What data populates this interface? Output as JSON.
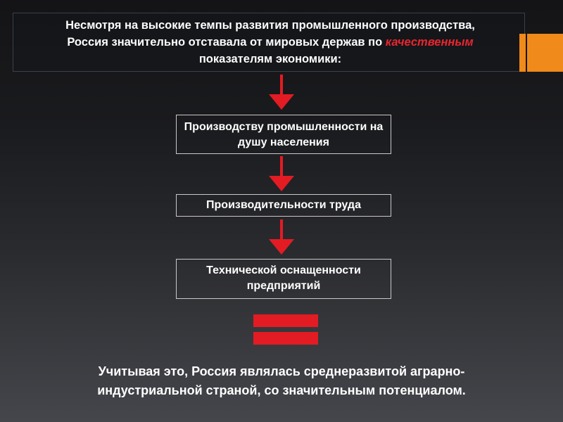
{
  "header": {
    "line1": "Несмотря на высокие темпы развития промышленного производства,",
    "line2_before": "Россия значительно отставала от мировых держав по ",
    "line2_accent": "качественным",
    "line3": "показателям экономики:"
  },
  "boxes": [
    {
      "text": "Производству промышленности на душу населения"
    },
    {
      "text": "Производительности труда"
    },
    {
      "text": "Технической оснащенности предприятий"
    }
  ],
  "conclusion": {
    "line1": "Учитывая это, Россия являлась среднеразвитой аграрно-",
    "line2": "индустриальной страной, со значительным потенциалом."
  },
  "colors": {
    "accent": "#e31b23",
    "orange": "#f08a1a",
    "box_border": "#c9c9c9"
  }
}
